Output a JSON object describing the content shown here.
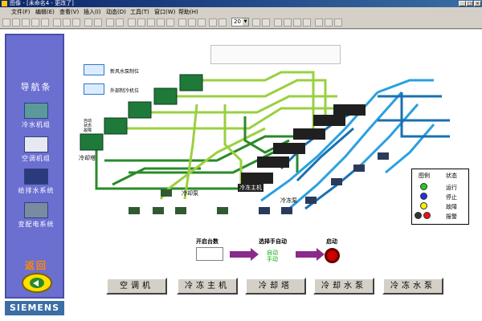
{
  "window": {
    "title": "图像 - [未命名4 - 更改了]",
    "controls": [
      "_",
      "□",
      "×"
    ]
  },
  "menu": [
    "文件(F)",
    "编辑(E)",
    "查看(V)",
    "插入(I)",
    "动态(D)",
    "工具(T)",
    "窗口(W)",
    "帮助(H)"
  ],
  "toolbar": {
    "zoom_value": "20"
  },
  "nav": {
    "title": "导航条",
    "items": [
      {
        "label": "冷水机组"
      },
      {
        "label": "空调机组"
      },
      {
        "label": "给排水系统"
      },
      {
        "label": "变配电系统"
      }
    ],
    "back_label": "返回",
    "brand": "SIEMENS"
  },
  "diagram": {
    "top_legend": [
      {
        "label": "新风水泵制位"
      },
      {
        "label": "外部制冷机位"
      }
    ],
    "cooling_tower_label": "冷却塔",
    "cooling_pump_label": "冷却泵",
    "chiller_label": "冷冻主机",
    "chilled_pump_label": "冷冻泵",
    "status_labels": [
      "自动",
      "状态",
      "故障"
    ]
  },
  "legend": {
    "header_left": "图例",
    "header_right": "状态",
    "items": [
      {
        "label": "运行",
        "color": "#22cc22"
      },
      {
        "label": "停止",
        "color": "#2233dd"
      },
      {
        "label": "故障",
        "color": "#ffee00"
      },
      {
        "label": "报警",
        "color": "#ee1111"
      }
    ]
  },
  "control": {
    "count_label": "开启台数",
    "mode_label": "选择手自动",
    "mode_auto": "自动",
    "mode_manual": "手动",
    "start_label": "启动"
  },
  "bottom_buttons": [
    {
      "label": "空调机"
    },
    {
      "label": "冷冻主机"
    },
    {
      "label": "冷却塔"
    },
    {
      "label": "冷却水泵"
    },
    {
      "label": "冷冻水泵"
    }
  ]
}
